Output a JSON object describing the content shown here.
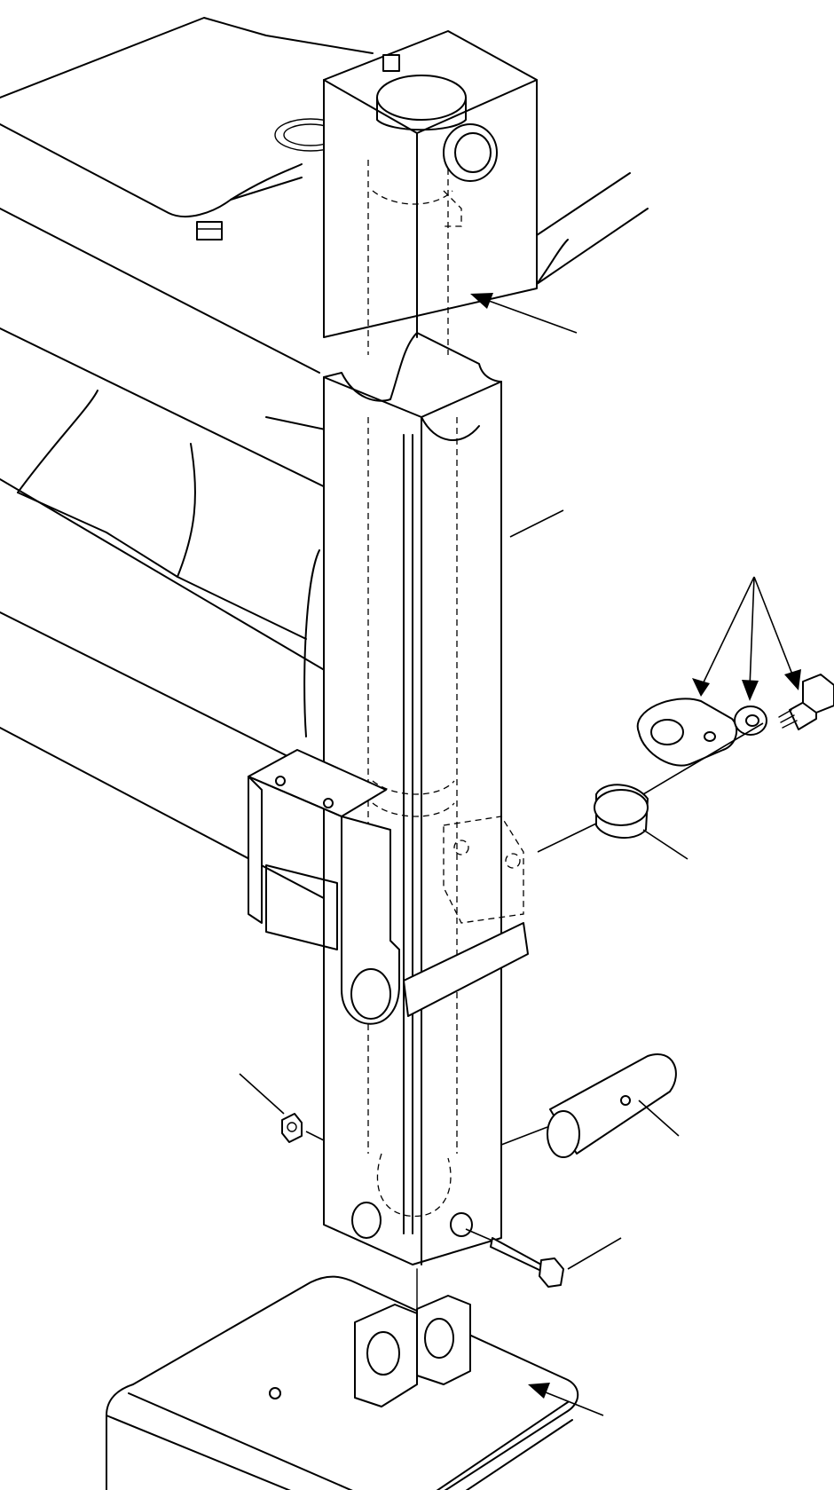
{
  "figure": {
    "description_visible_text": "",
    "parts": [
      {
        "key": "machine-frame"
      },
      {
        "key": "outer-tube"
      },
      {
        "key": "inner-leg"
      },
      {
        "key": "lock-plate"
      },
      {
        "key": "washer"
      },
      {
        "key": "bolt-top"
      },
      {
        "key": "bushing"
      },
      {
        "key": "pin"
      },
      {
        "key": "nut"
      },
      {
        "key": "bolt-bottom"
      },
      {
        "key": "pad"
      }
    ]
  },
  "colors": {
    "stroke": "#000000",
    "background": "#ffffff"
  }
}
